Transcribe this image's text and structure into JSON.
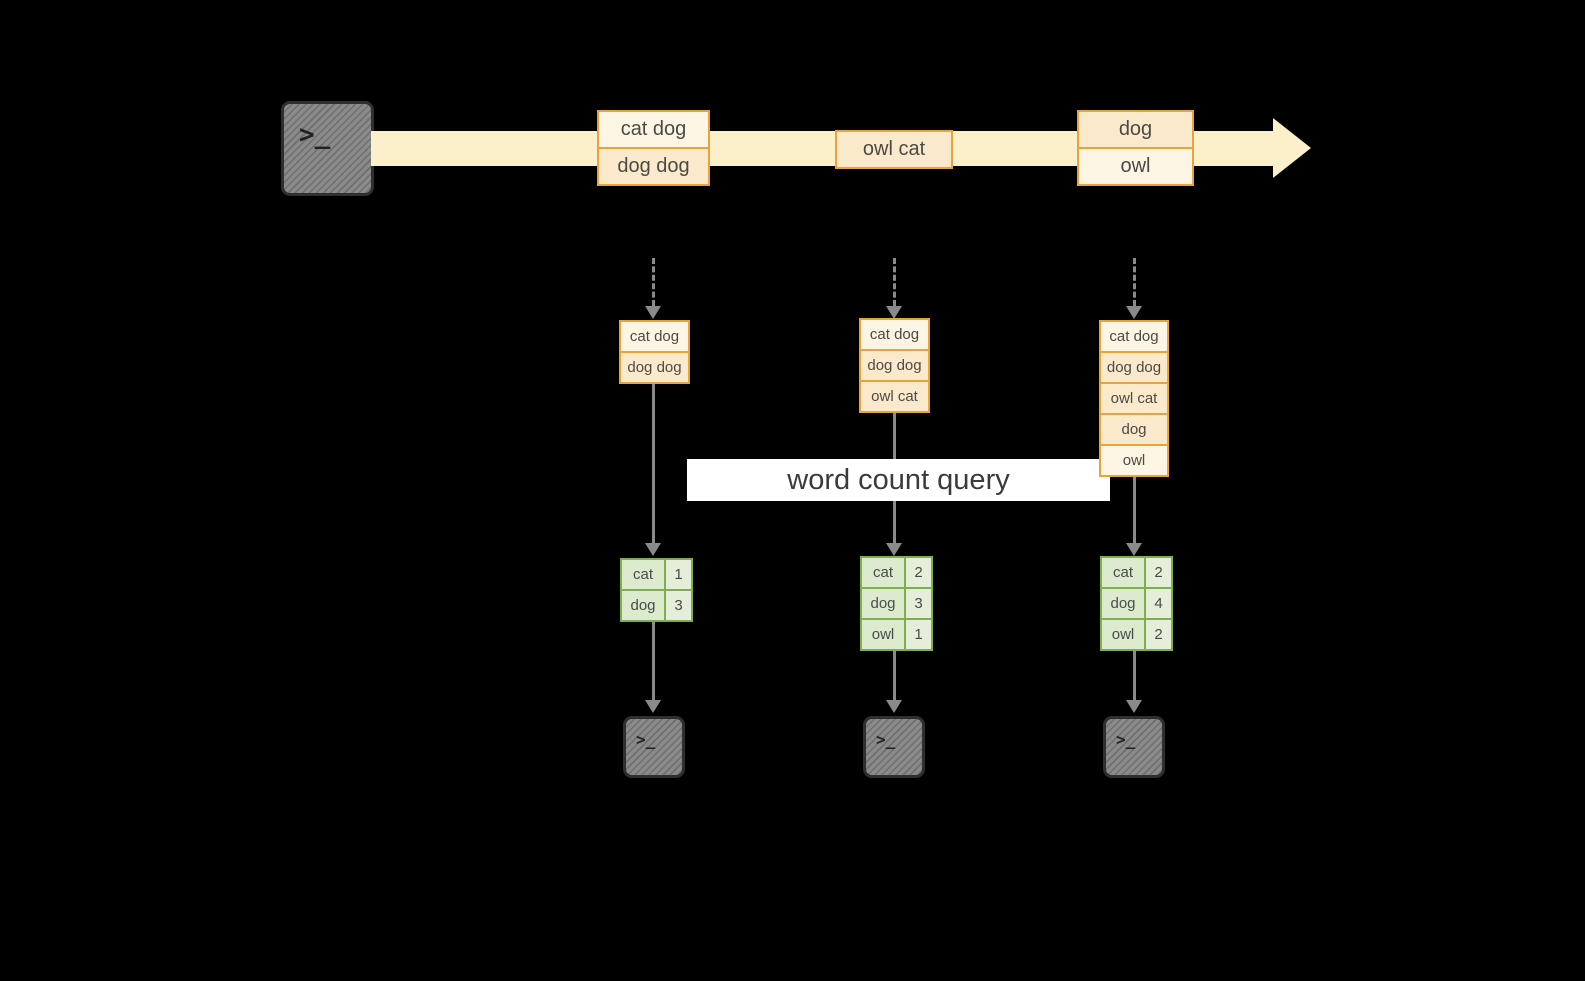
{
  "diagram": {
    "query_label": "word count query",
    "terminal_prompt": ">_",
    "stream_batches": [
      {
        "items": [
          "cat dog",
          "dog dog"
        ]
      },
      {
        "items": [
          "owl cat"
        ]
      },
      {
        "items": [
          "dog",
          "owl"
        ]
      }
    ],
    "input_stacks": [
      {
        "items": [
          "cat dog",
          "dog dog"
        ]
      },
      {
        "items": [
          "cat dog",
          "dog dog",
          "owl cat"
        ]
      },
      {
        "items": [
          "cat dog",
          "dog dog",
          "owl cat",
          "dog",
          "owl"
        ]
      }
    ],
    "result_tables": [
      {
        "rows": [
          {
            "word": "cat",
            "count": "1"
          },
          {
            "word": "dog",
            "count": "3"
          }
        ]
      },
      {
        "rows": [
          {
            "word": "cat",
            "count": "2"
          },
          {
            "word": "dog",
            "count": "3"
          },
          {
            "word": "owl",
            "count": "1"
          }
        ]
      },
      {
        "rows": [
          {
            "word": "cat",
            "count": "2"
          },
          {
            "word": "dog",
            "count": "4"
          },
          {
            "word": "owl",
            "count": "2"
          }
        ]
      }
    ],
    "colors": {
      "background": "#000000",
      "stream_arrow": "#fcf0ca",
      "box_border": "#e8a33d",
      "box_fill_light": "#fdf5e4",
      "box_fill_dark": "#fbe9cb",
      "table_border": "#7fae4f",
      "table_fill": "#dcebce",
      "arrow_gray": "#8a8a8a",
      "banner_bg": "#ffffff",
      "text_dark": "#4a4a4a"
    }
  }
}
